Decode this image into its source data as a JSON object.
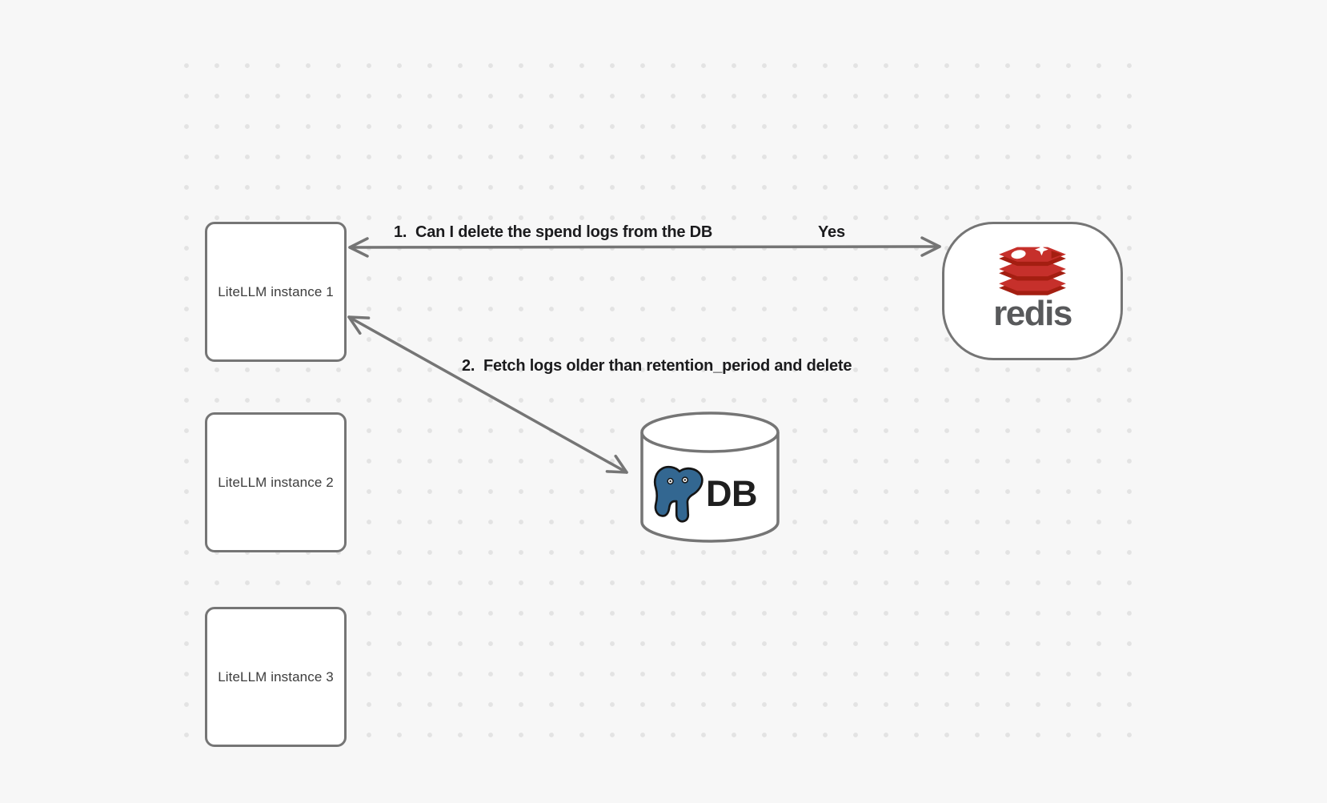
{
  "diagram": {
    "nodes": {
      "instance1": {
        "label": "LiteLLM instance 1"
      },
      "instance2": {
        "label": "LiteLLM instance 2"
      },
      "instance3": {
        "label": "LiteLLM instance 3"
      },
      "redis": {
        "label": "redis"
      },
      "db": {
        "label": "DB"
      }
    },
    "edges": {
      "edge1": {
        "label": "1.  Can I delete the spend logs from the DB",
        "response": "Yes",
        "from": "redis",
        "to": "instance1",
        "style": "double-headed-arrow"
      },
      "edge2": {
        "label": "2.  Fetch logs older than retention_period and delete",
        "from": "instance1",
        "to": "db",
        "style": "double-headed-arrow"
      }
    },
    "icons": {
      "redis_logo": "redis-stack-logo-icon",
      "postgres_elephant": "postgresql-elephant-icon",
      "database": "database-cylinder-icon"
    },
    "colors": {
      "background": "#f7f7f7",
      "dot": "#e3e3e3",
      "stroke": "#757575",
      "node_fill": "#ffffff",
      "node_text": "#3d3d3d",
      "label_text": "#1b1b1d",
      "redis_red": "#c6302b",
      "redis_dark_red": "#a41e11",
      "redis_wordmark": "#58595b",
      "postgres_blue": "#336791",
      "db_text": "#1f1f1f"
    }
  }
}
